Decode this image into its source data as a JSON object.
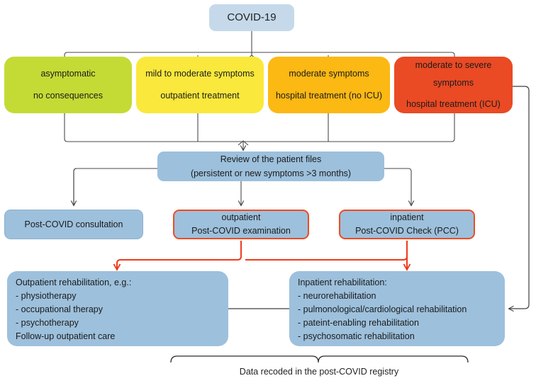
{
  "diagram": {
    "title_node": {
      "label": "COVID-19"
    },
    "severity_tier": [
      {
        "id": "asymptomatic",
        "color": "#c4db35",
        "lines": [
          "asymptomatic",
          "no consequences"
        ]
      },
      {
        "id": "mild",
        "color": "#fae83c",
        "lines": [
          "mild to moderate symptoms",
          "outpatient treatment"
        ]
      },
      {
        "id": "moderate",
        "color": "#fcb813",
        "lines": [
          "moderate symptoms",
          "hospital treatment (no ICU)"
        ]
      },
      {
        "id": "severe",
        "color": "#ea4a24",
        "lines": [
          "moderate to severe",
          "symptoms",
          "hospital treatment (ICU)"
        ]
      }
    ],
    "review": {
      "line1": "Review of the patient files",
      "line2": "(persistent or new symptoms >3 months)"
    },
    "pathways": [
      {
        "id": "consultation",
        "line1": "Post-COVID consultation",
        "line2": ""
      },
      {
        "id": "outpatient-exam",
        "line1": "outpatient",
        "line2": "Post-COVID examination"
      },
      {
        "id": "inpatient-check",
        "line1": "inpatient",
        "line2": "Post-COVID Check (PCC)"
      }
    ],
    "rehabilitation": {
      "outpatient": {
        "heading": "Outpatient rehabilitation, e.g.:",
        "items": [
          "-  physiotherapy",
          "-  occupational therapy",
          "-  psychotherapy"
        ],
        "footer": "Follow-up outpatient care"
      },
      "inpatient": {
        "heading": "Inpatient rehabilitation:",
        "items": [
          "- neurorehabilitation",
          "- pulmonological/cardiological rehabilitation",
          "- pateint-enabling rehabilitation",
          "- psychosomatic rehabilitation"
        ]
      }
    },
    "caption": "Data recoded in the post-COVID registry",
    "colors": {
      "root_fill": "#c5d9ea",
      "blue_fill": "#9dc0dc",
      "red_accent": "#ef4a23",
      "wire": "#4a4a4a"
    }
  }
}
